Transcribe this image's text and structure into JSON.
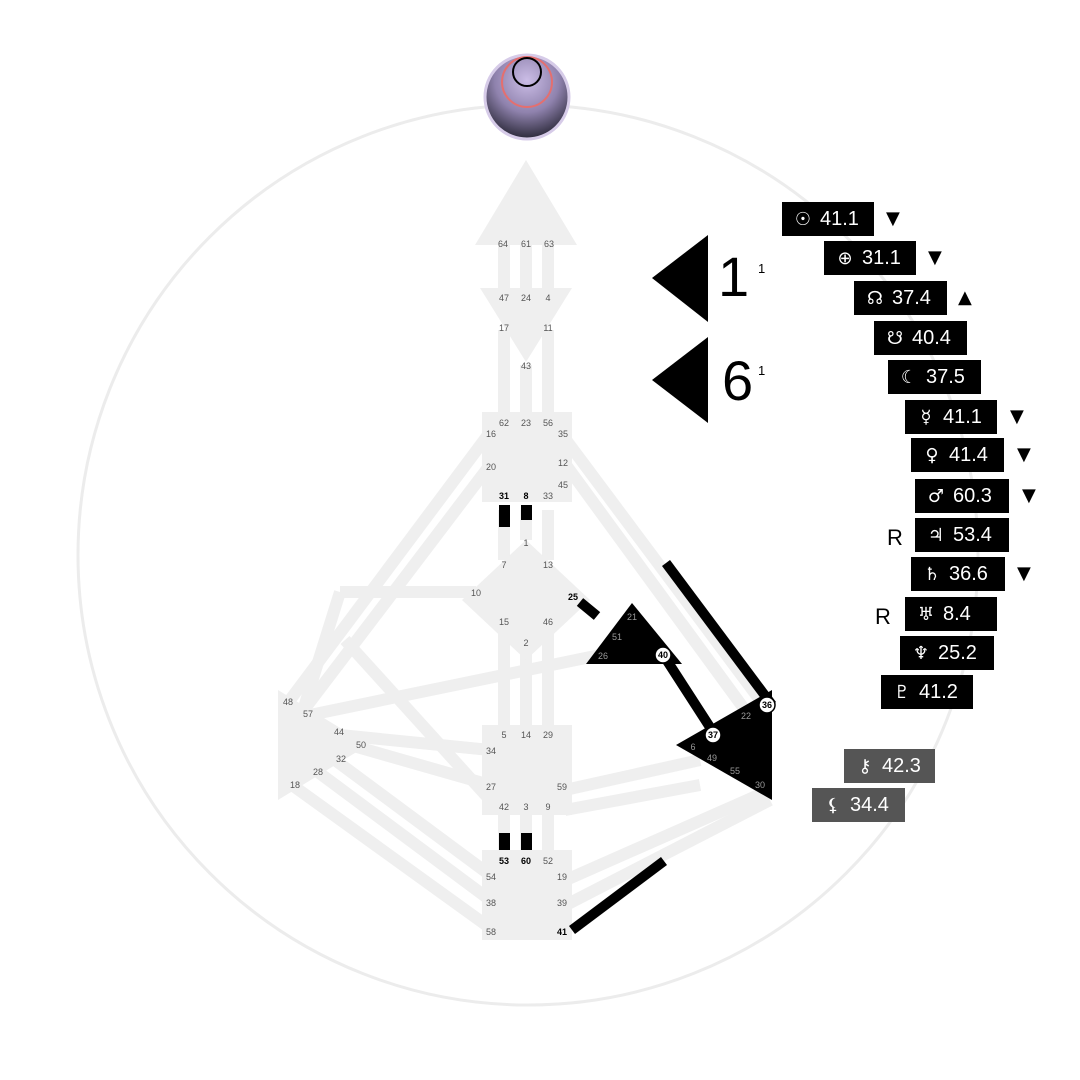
{
  "profile": {
    "line1": "1",
    "line1_sup": "1",
    "line2": "6",
    "line2_sup": "1"
  },
  "gates": {
    "head": [
      "64",
      "61",
      "63"
    ],
    "ajna": [
      "47",
      "24",
      "4",
      "17",
      "11",
      "43"
    ],
    "throat": [
      "62",
      "23",
      "56",
      "16",
      "35",
      "20",
      "12",
      "45",
      "31",
      "8",
      "33"
    ],
    "g": [
      "1",
      "7",
      "13",
      "10",
      "25",
      "15",
      "46",
      "2"
    ],
    "heart": [
      "21",
      "51",
      "26",
      "40"
    ],
    "spleen": [
      "48",
      "57",
      "44",
      "50",
      "32",
      "28",
      "18"
    ],
    "sacral": [
      "5",
      "14",
      "29",
      "34",
      "27",
      "59",
      "42",
      "3",
      "9"
    ],
    "solar": [
      "36",
      "22",
      "37",
      "6",
      "49",
      "55",
      "30"
    ],
    "root": [
      "53",
      "60",
      "52",
      "54",
      "19",
      "38",
      "39",
      "58",
      "41"
    ]
  },
  "planets": [
    {
      "icon": "sun-icon",
      "symbol": "☉",
      "value": "41.1",
      "arrow": "▼",
      "retro": ""
    },
    {
      "icon": "earth-icon",
      "symbol": "⊕",
      "value": "31.1",
      "arrow": "▼",
      "retro": ""
    },
    {
      "icon": "north-node-icon",
      "symbol": "☊",
      "value": "37.4",
      "arrow": "▲",
      "retro": ""
    },
    {
      "icon": "south-node-icon",
      "symbol": "☋",
      "value": "40.4",
      "arrow": "",
      "retro": ""
    },
    {
      "icon": "moon-icon",
      "symbol": "☾",
      "value": "37.5",
      "arrow": "",
      "retro": ""
    },
    {
      "icon": "mercury-icon",
      "symbol": "☿",
      "value": "41.1",
      "arrow": "▼",
      "retro": ""
    },
    {
      "icon": "venus-icon",
      "symbol": "♀",
      "value": "41.4",
      "arrow": "▼",
      "retro": ""
    },
    {
      "icon": "mars-icon",
      "symbol": "♂",
      "value": "60.3",
      "arrow": "▼",
      "retro": ""
    },
    {
      "icon": "jupiter-icon",
      "symbol": "♃",
      "value": "53.4",
      "arrow": "",
      "retro": "R"
    },
    {
      "icon": "saturn-icon",
      "symbol": "♄",
      "value": "36.6",
      "arrow": "▼",
      "retro": ""
    },
    {
      "icon": "uranus-icon",
      "symbol": "♅",
      "value": "8.4",
      "arrow": "",
      "retro": "R"
    },
    {
      "icon": "neptune-icon",
      "symbol": "♆",
      "value": "25.2",
      "arrow": "",
      "retro": ""
    },
    {
      "icon": "pluto-icon",
      "symbol": "♇",
      "value": "41.2",
      "arrow": "",
      "retro": ""
    }
  ],
  "extra_planets": [
    {
      "icon": "chiron-icon",
      "symbol": "⚷",
      "value": "42.3"
    },
    {
      "icon": "lilith-icon",
      "symbol": "⚸",
      "value": "34.4"
    }
  ]
}
